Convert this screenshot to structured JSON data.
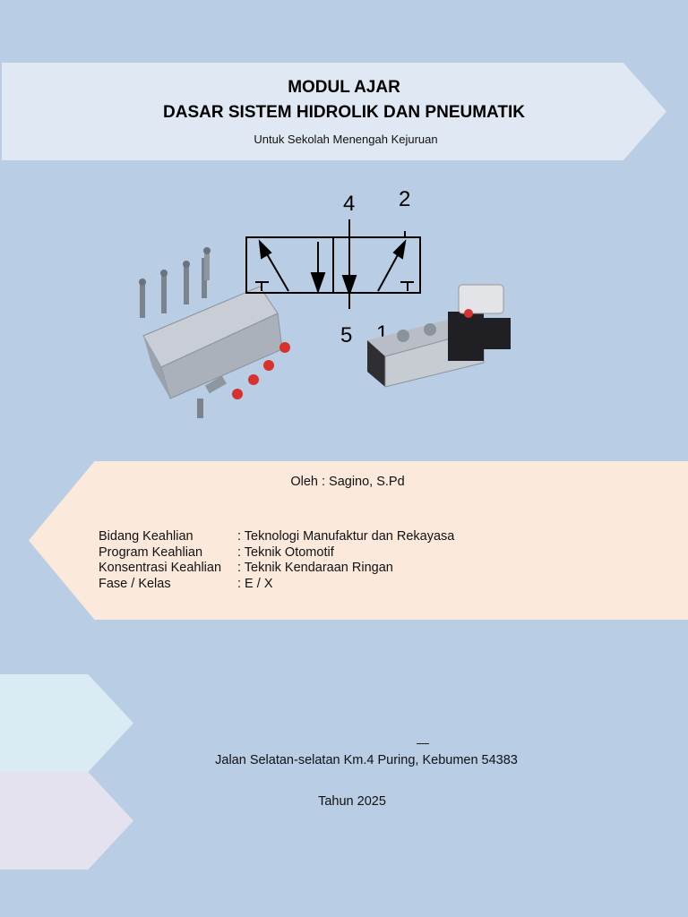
{
  "header": {
    "line1": "MODUL AJAR",
    "line2": "DASAR SISTEM HIDROLIK DAN PNEUMATIK",
    "subtitle": "Untuk Sekolah Menengah Kejuruan"
  },
  "illustration": {
    "port_labels": [
      "4",
      "2",
      "5",
      "1"
    ]
  },
  "author": {
    "text": "Oleh : Sagino, S.Pd"
  },
  "info": [
    {
      "label": "Bidang Keahlian",
      "value": ": Teknologi Manufaktur dan Rekayasa"
    },
    {
      "label": "Program Keahlian",
      "value": ": Teknik Otomotif"
    },
    {
      "label": "Konsentrasi Keahlian",
      "value": ": Teknik Kendaraan Ringan"
    },
    {
      "label": "Fase / Kelas",
      "value": ": E / X"
    }
  ],
  "footer": {
    "dash": "—",
    "address": "Jalan Selatan-selatan Km.4 Puring, Kebumen 54383",
    "year": "Tahun 2025"
  },
  "colors": {
    "background": "#b9cde4",
    "title_banner": "#dfe8f3",
    "info_banner": "#fbe9dc",
    "deco_arrow_1": "#dbebf3",
    "deco_arrow_2": "#e5e2ef"
  }
}
